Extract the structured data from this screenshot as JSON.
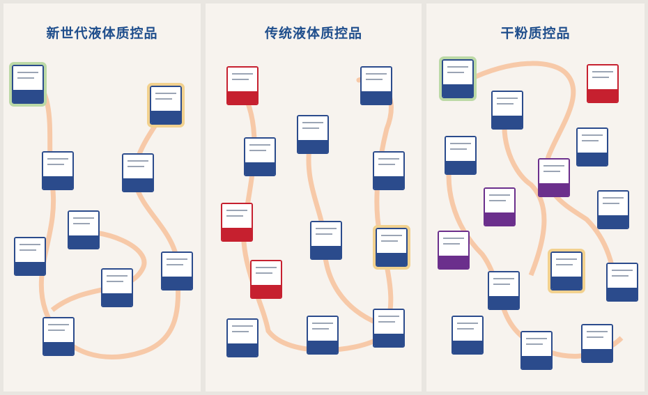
{
  "panels": [
    {
      "title": "新世代液体质控品"
    },
    {
      "title": "传统液体质控品"
    },
    {
      "title": "干粉质控品"
    }
  ],
  "colors": {
    "accent": "#1f4e8c",
    "card_blue": "#2b4b8c",
    "card_red": "#c6202f",
    "card_purple": "#6b2f8c",
    "path": "#f7c9a8"
  }
}
